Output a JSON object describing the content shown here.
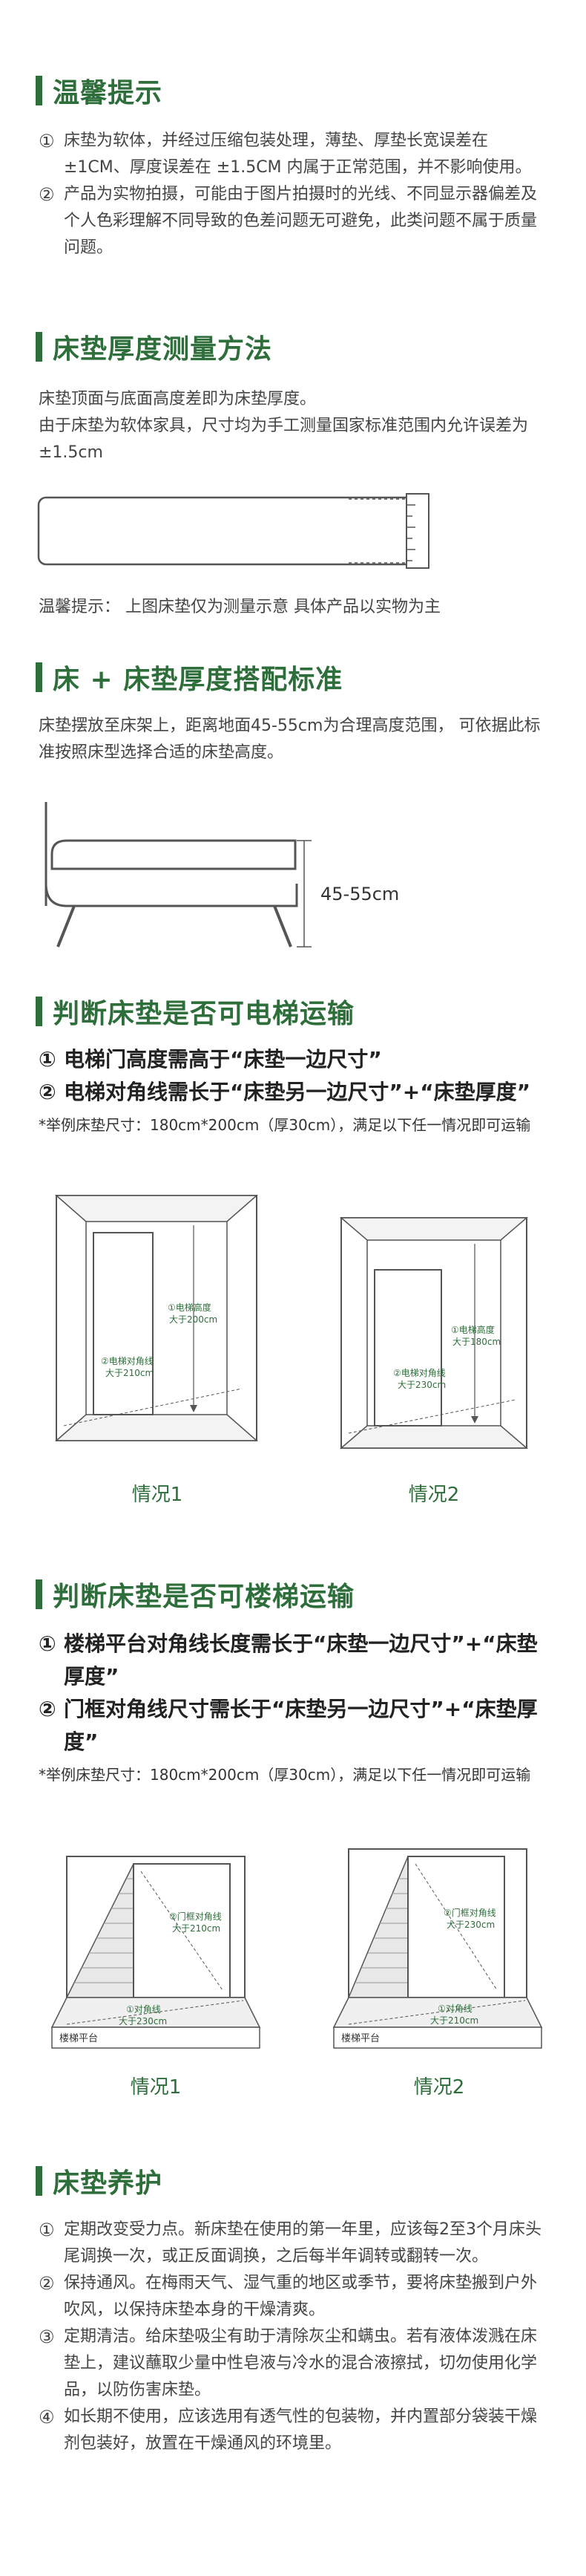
{
  "tips": {
    "title": "温馨提示",
    "items": [
      {
        "n": "①",
        "text": "床垫为软体，并经过压缩包装处理，薄垫、厚垫长宽误差在±1CM、厚度误差在 ±1.5CM 内属于正常范围，并不影响使用。"
      },
      {
        "n": "②",
        "text": "产品为实物拍摄，可能由于图片拍摄时的光线、不同显示器偏差及个人色彩理解不同导致的色差问题无可避免，此类问题不属于质量问题。"
      }
    ]
  },
  "thickness": {
    "title": "床垫厚度测量方法",
    "line1": "床垫顶面与底面高度差即为床垫厚度。",
    "line2": "由于床垫为软体家具，尺寸均为手工测量国家标准范围内允许误差为±1.5cm",
    "note": "温馨提示： 上图床垫仅为测量示意 具体产品以实物为主"
  },
  "bedheight": {
    "title": "床 + 床垫厚度搭配标准",
    "text": "床垫摆放至床架上，距离地面45-55cm为合理高度范围， 可依据此标准按照床型选择合适的床垫高度。",
    "measure": "45-55cm"
  },
  "elevator": {
    "title": "判断床垫是否可电梯运输",
    "items": [
      {
        "n": "①",
        "text": "电梯门高度需高于“床垫一边尺寸”"
      },
      {
        "n": "②",
        "text": "电梯对角线需长于“床垫另一边尺寸”+“床垫厚度”"
      }
    ],
    "note": "*举例床垫尺寸：180cm*200cm（厚30cm），满足以下任一情况即可运输",
    "cases": [
      {
        "height_label_1": "①电梯高度",
        "height_label_2": "大于200cm",
        "diag_label_1": "②电梯对角线",
        "diag_label_2": "大于210cm",
        "caption": "情况1"
      },
      {
        "height_label_1": "①电梯高度",
        "height_label_2": "大于180cm",
        "diag_label_1": "②电梯对角线",
        "diag_label_2": "大于230cm",
        "caption": "情况2"
      }
    ]
  },
  "stairs": {
    "title": "判断床垫是否可楼梯运输",
    "items": [
      {
        "n": "①",
        "text": "楼梯平台对角线长度需长于“床垫一边尺寸”+“床垫厚度”"
      },
      {
        "n": "②",
        "text": "门框对角线尺寸需长于“床垫另一边尺寸”+“床垫厚度”"
      }
    ],
    "note": "*举例床垫尺寸：180cm*200cm（厚30cm），满足以下任一情况即可运输",
    "cases": [
      {
        "door_label_1": "②门框对角线",
        "door_label_2": "大于210cm",
        "plat_label_1": "①对角线",
        "plat_label_2": "大于230cm",
        "platform": "楼梯平台",
        "caption": "情况1"
      },
      {
        "door_label_1": "②门框对角线",
        "door_label_2": "大于230cm",
        "plat_label_1": "①对角线",
        "plat_label_2": "大于210cm",
        "platform": "楼梯平台",
        "caption": "情况2"
      }
    ]
  },
  "care": {
    "title": "床垫养护",
    "items": [
      {
        "n": "①",
        "text": "定期改变受力点。新床垫在使用的第一年里，应该每2至3个月床头尾调换一次，或正反面调换，之后每半年调转或翻转一次。"
      },
      {
        "n": "②",
        "text": "保持通风。在梅雨天气、湿气重的地区或季节，要将床垫搬到户外吹风，以保持床垫本身的干燥清爽。"
      },
      {
        "n": "③",
        "text": "定期清洁。给床垫吸尘有助于清除灰尘和螨虫。若有液体泼溅在床垫上，建议蘸取少量中性皂液与冷水的混合液擦拭，切勿使用化学品，以防伤害床垫。"
      },
      {
        "n": "④",
        "text": "如长期不使用，应该选用有透气性的包装物，并内置部分袋装干燥剂包装好，放置在干燥通风的环境里。"
      }
    ]
  },
  "colors": {
    "accent": "#2d6e3a",
    "line": "#555555"
  }
}
